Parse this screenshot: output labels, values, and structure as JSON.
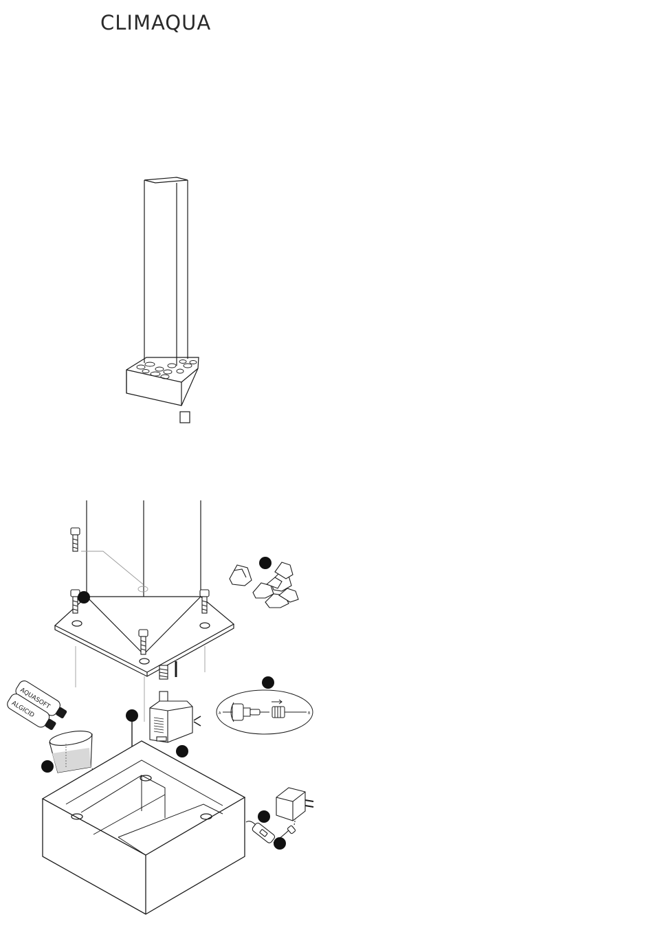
{
  "brand": {
    "logo_text": "CLIMAQUA"
  },
  "labels": {
    "bottle_front": "ALGICID",
    "bottle_back": "AQUASOFT",
    "connector_left": "A",
    "connector_right": "B"
  },
  "colors": {
    "line": "#1a1a1a",
    "thin": "#9a9a9a",
    "marker": "#111111"
  }
}
